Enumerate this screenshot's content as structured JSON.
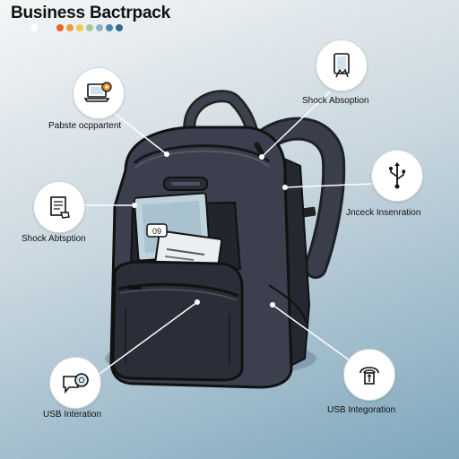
{
  "title": "Business Bactrpack",
  "palette": [
    "#ffffff",
    "#e8642c",
    "#f09a3a",
    "#f2c94c",
    "#a9c7a3",
    "#8fb3c8",
    "#4f86a8",
    "#2e6b8f"
  ],
  "callouts": [
    {
      "id": "top-left",
      "icon": "laptop-gear-icon",
      "label": "Pabste ocppartent"
    },
    {
      "id": "mid-left",
      "icon": "document-hand-icon",
      "label": "Shock Abtsption"
    },
    {
      "id": "bottom-left",
      "icon": "chat-gear-icon",
      "label": "USB Interation"
    },
    {
      "id": "top-right",
      "icon": "tablet-hand-icon",
      "label": "Shock Absoption"
    },
    {
      "id": "mid-right",
      "icon": "usb-symbol-icon",
      "label": "Jnceck Insenration"
    },
    {
      "id": "bottom-right",
      "icon": "usb-port-icon",
      "label": "USB Integoration"
    }
  ],
  "pocket_tag": "09"
}
